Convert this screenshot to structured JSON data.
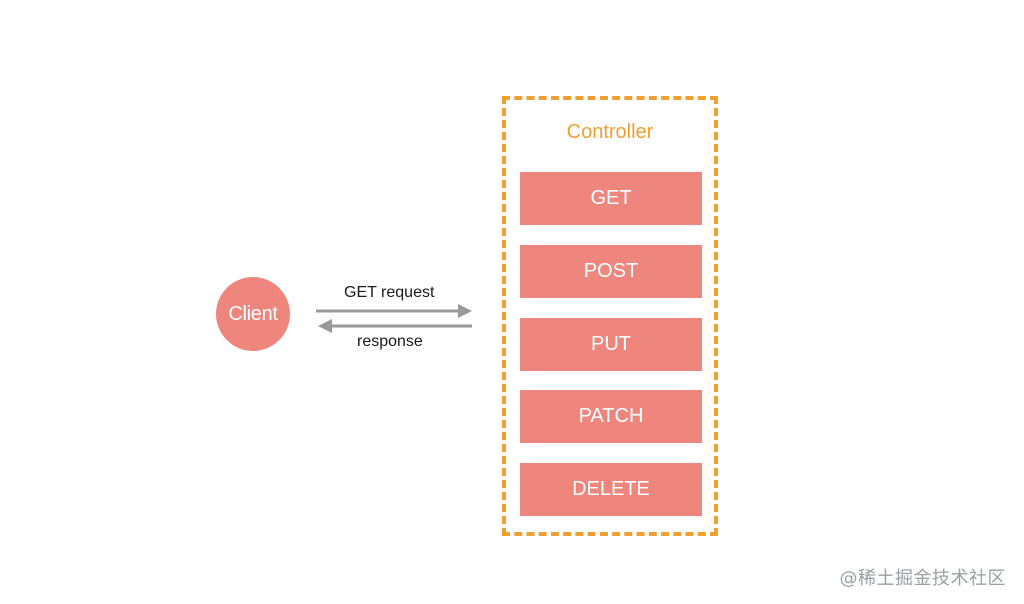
{
  "diagram": {
    "client_label": "Client",
    "request_label": "GET request",
    "response_label": "response",
    "controller": {
      "title": "Controller",
      "methods": [
        "GET",
        "POST",
        "PUT",
        "PATCH",
        "DELETE"
      ]
    },
    "colors": {
      "node_fill": "#ee867e",
      "controller_border": "#f0a030",
      "arrow": "#999999"
    }
  },
  "watermark": "@稀土掘金技术社区"
}
